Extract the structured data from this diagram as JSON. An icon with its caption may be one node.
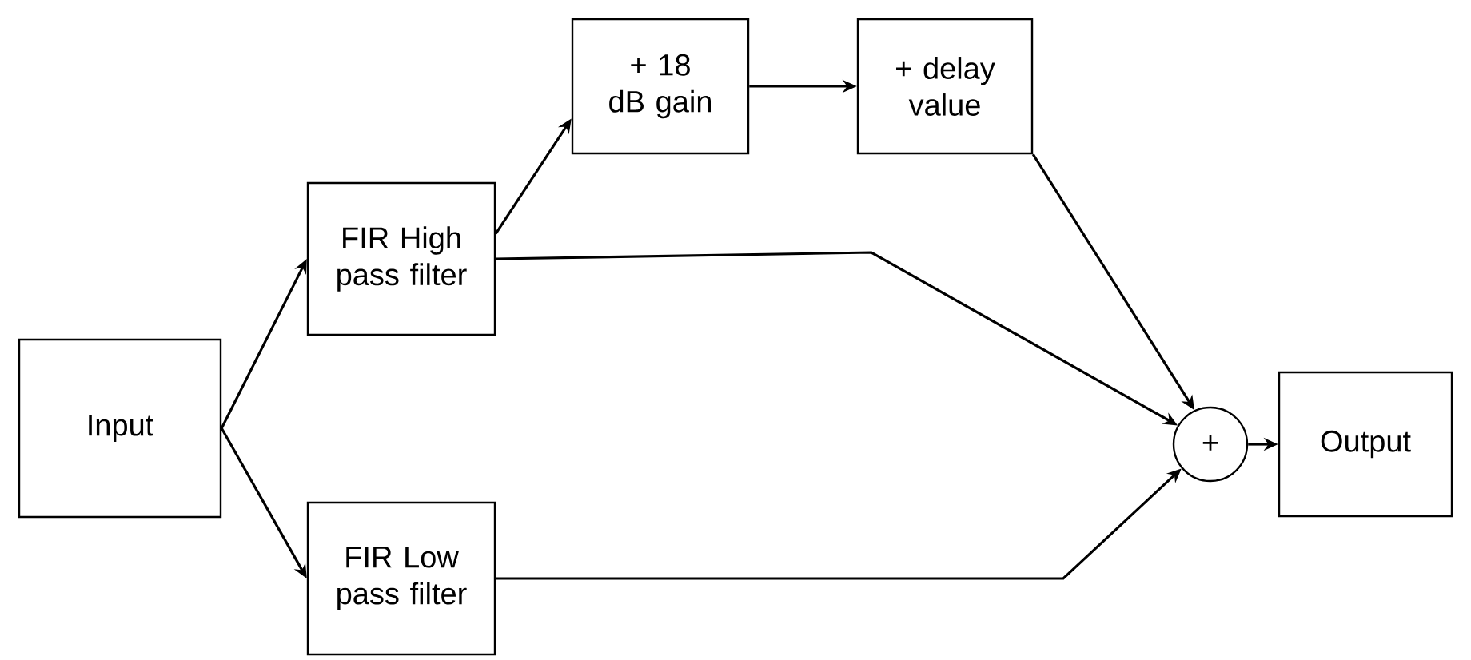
{
  "diagram": {
    "nodes": [
      {
        "text": [
          "Input"
        ]
      },
      {
        "text": [
          "FIR High pass filter"
        ]
      },
      {
        "text": [
          "+ 18 dB gain"
        ]
      },
      {
        "text": [
          "+ delay value"
        ]
      },
      {
        "text": [
          "+"
        ]
      },
      {
        "text": [
          "Output"
        ]
      },
      {
        "text": [
          "FIR Low pass filter"
        ]
      }
    ],
    "edges": [
      {
        "from": 0,
        "to": 1,
        "arrow": "to"
      },
      {
        "from": 0,
        "to": 6,
        "arrow": "to"
      },
      {
        "from": 1,
        "to": 2,
        "arrow": "to"
      },
      {
        "from": 2,
        "to": 3,
        "arrow": "to"
      },
      {
        "from": 3,
        "to": 4,
        "arrow": "to"
      },
      {
        "from": 1,
        "to": 4,
        "arrow": "to"
      },
      {
        "from": 6,
        "to": 4,
        "arrow": "to"
      },
      {
        "from": 4,
        "to": 5,
        "arrow": "to"
      }
    ]
  }
}
